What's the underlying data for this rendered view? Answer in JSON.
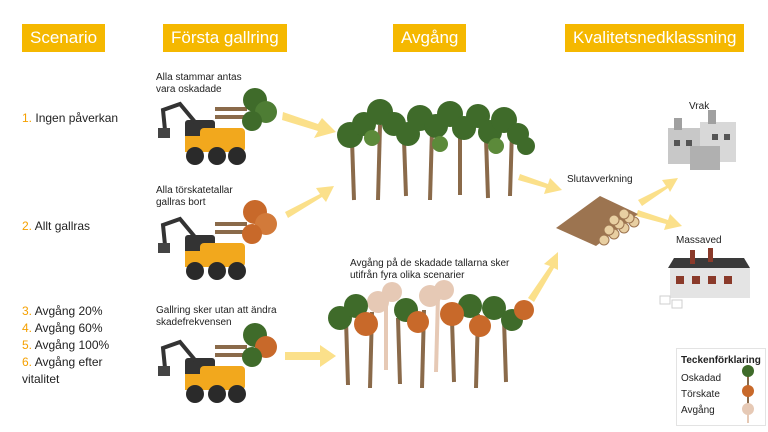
{
  "headers": {
    "scenario": "Scenario",
    "forsta_gallring": "Första gallring",
    "avgang": "Avgång",
    "kvalitet": "Kvalitetsnedklassning"
  },
  "scenarios": [
    {
      "num": "1.",
      "text": "Ingen påverkan"
    },
    {
      "num": "2.",
      "text": "Allt gallras"
    },
    {
      "num": "3.",
      "text": "Avgång 20%"
    },
    {
      "num": "4.",
      "text": "Avgång 60%"
    },
    {
      "num": "5.",
      "text": "Avgång 100%"
    },
    {
      "num": "6.",
      "text": "Avgång efter"
    },
    {
      "num": "",
      "text": "vitalitet"
    }
  ],
  "labels": {
    "thin1_l1": "Alla stammar antas",
    "thin1_l2": "vara oskadade",
    "thin2_l1": "Alla törskatetallar",
    "thin2_l2": "gallras bort",
    "thin3_l1": "Gallring sker utan att ändra",
    "thin3_l2": "skadefrekvensen",
    "loss_l1": "Avgång på de skadade tallarna sker",
    "loss_l2": "utifrån fyra olika scenarier",
    "final_felling": "Slutavverkning",
    "vrak": "Vrak",
    "massaved": "Massaved"
  },
  "legend": {
    "title": "Teckenförklaring",
    "items": [
      "Oskadad",
      "Törskate",
      "Avgång"
    ]
  },
  "colors": {
    "accent": "#f5b800",
    "healthy_tree": "#3f6b2a",
    "blister_rust_tree": "#c8692a",
    "loss_tree": "#e6c9b5",
    "arrow": "#fbe08a"
  }
}
